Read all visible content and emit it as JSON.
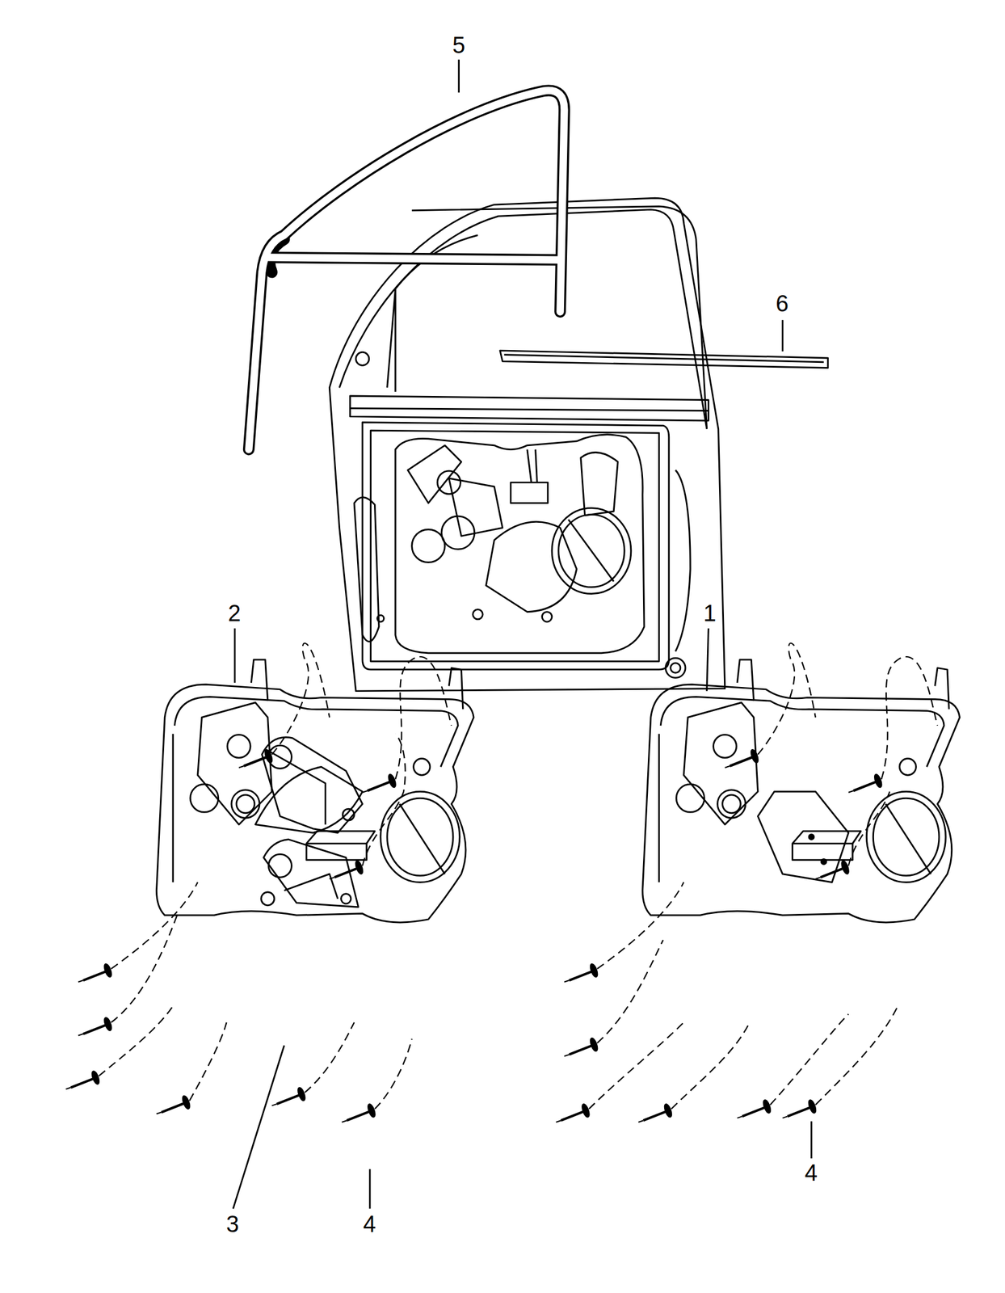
{
  "diagram": {
    "labels": [
      "5",
      "6",
      "2",
      "1",
      "3",
      "4",
      "4"
    ]
  }
}
